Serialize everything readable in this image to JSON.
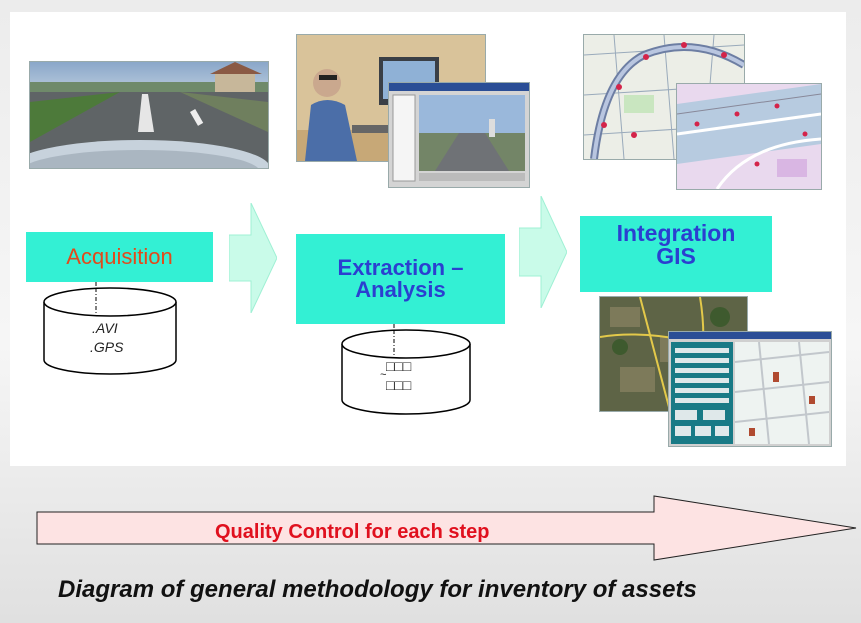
{
  "stages": [
    {
      "id": "acquisition",
      "label": "Acquisition",
      "color": "#e2491b"
    },
    {
      "id": "extraction",
      "label_line1": "Extraction –",
      "label_line2": "Analysis",
      "color": "#2b3fd0"
    },
    {
      "id": "integration",
      "label_line1": "Integration",
      "label_line2": "GIS",
      "color": "#2b3fd0"
    }
  ],
  "datastores": {
    "acquisition": {
      "line1": ".AVI",
      "line2": ".GPS"
    },
    "extraction": {
      "line1": "□□□",
      "line2": "□□□",
      "marker": "~"
    }
  },
  "quality_control": {
    "label": "Quality Control for each step",
    "color": "#e0101e",
    "fill": "#fde3e3"
  },
  "caption": "Diagram of general methodology for inventory of assets",
  "colors": {
    "stage_box": "#33f0d4",
    "arrow": "#c9fbe9"
  }
}
